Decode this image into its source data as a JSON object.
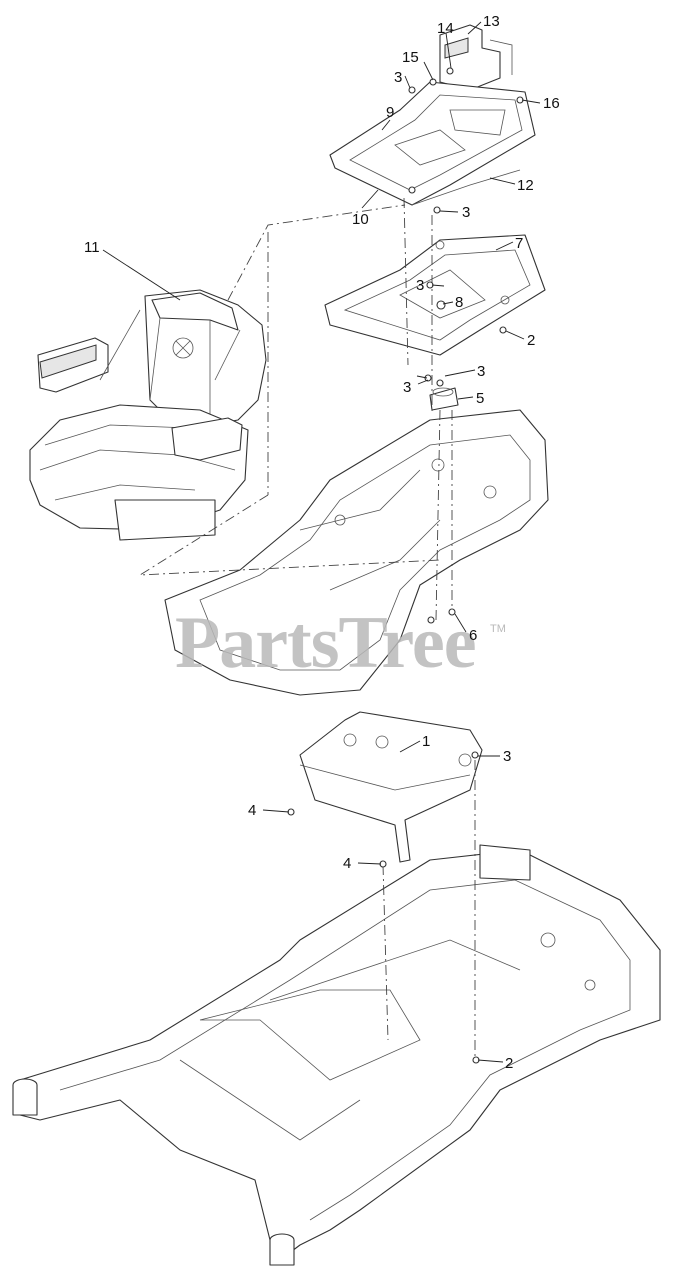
{
  "watermark": {
    "text": "PartsTree",
    "trademark": "TM"
  },
  "callouts": [
    {
      "id": "c13",
      "label": "13"
    },
    {
      "id": "c14",
      "label": "14"
    },
    {
      "id": "c15",
      "label": "15"
    },
    {
      "id": "c3a",
      "label": "3"
    },
    {
      "id": "c16",
      "label": "16"
    },
    {
      "id": "c9",
      "label": "9"
    },
    {
      "id": "c12",
      "label": "12"
    },
    {
      "id": "c10",
      "label": "10"
    },
    {
      "id": "c3b",
      "label": "3"
    },
    {
      "id": "c11",
      "label": "11"
    },
    {
      "id": "c7",
      "label": "7"
    },
    {
      "id": "c3c",
      "label": "3"
    },
    {
      "id": "c8",
      "label": "8"
    },
    {
      "id": "c2a",
      "label": "2"
    },
    {
      "id": "c3d",
      "label": "3"
    },
    {
      "id": "c3e",
      "label": "3"
    },
    {
      "id": "c5",
      "label": "5"
    },
    {
      "id": "c6",
      "label": "6"
    },
    {
      "id": "c1",
      "label": "1"
    },
    {
      "id": "c3f",
      "label": "3"
    },
    {
      "id": "c4a",
      "label": "4"
    },
    {
      "id": "c4b",
      "label": "4"
    },
    {
      "id": "c2b",
      "label": "2"
    }
  ]
}
